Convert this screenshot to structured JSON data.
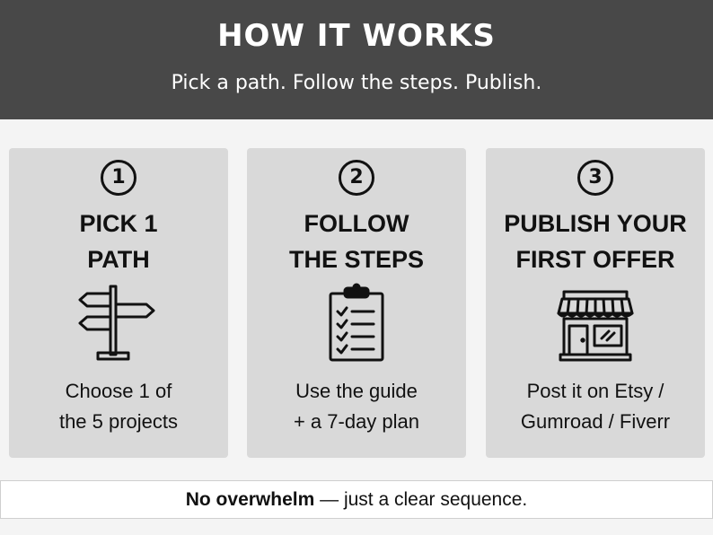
{
  "header": {
    "title": "HOW IT WORKS",
    "subtitle": "Pick a path. Follow the steps. Publish."
  },
  "steps": [
    {
      "number": "1",
      "title_lines": [
        "PICK 1",
        "PATH"
      ],
      "icon": "signpost-icon",
      "desc_lines": [
        "Choose 1 of",
        "the 5 projects"
      ]
    },
    {
      "number": "2",
      "title_lines": [
        "FOLLOW",
        "THE STEPS"
      ],
      "icon": "checklist-clipboard-icon",
      "desc_lines": [
        "Use the guide",
        "+ a 7-day plan"
      ]
    },
    {
      "number": "3",
      "title_lines": [
        "PUBLISH YOUR",
        "FIRST OFFER"
      ],
      "icon": "storefront-icon",
      "desc_lines": [
        "Post it on Etsy /",
        "Gumroad / Fiverr"
      ]
    }
  ],
  "footer": {
    "bold": "No overwhelm",
    "rest": " — just a clear sequence."
  }
}
